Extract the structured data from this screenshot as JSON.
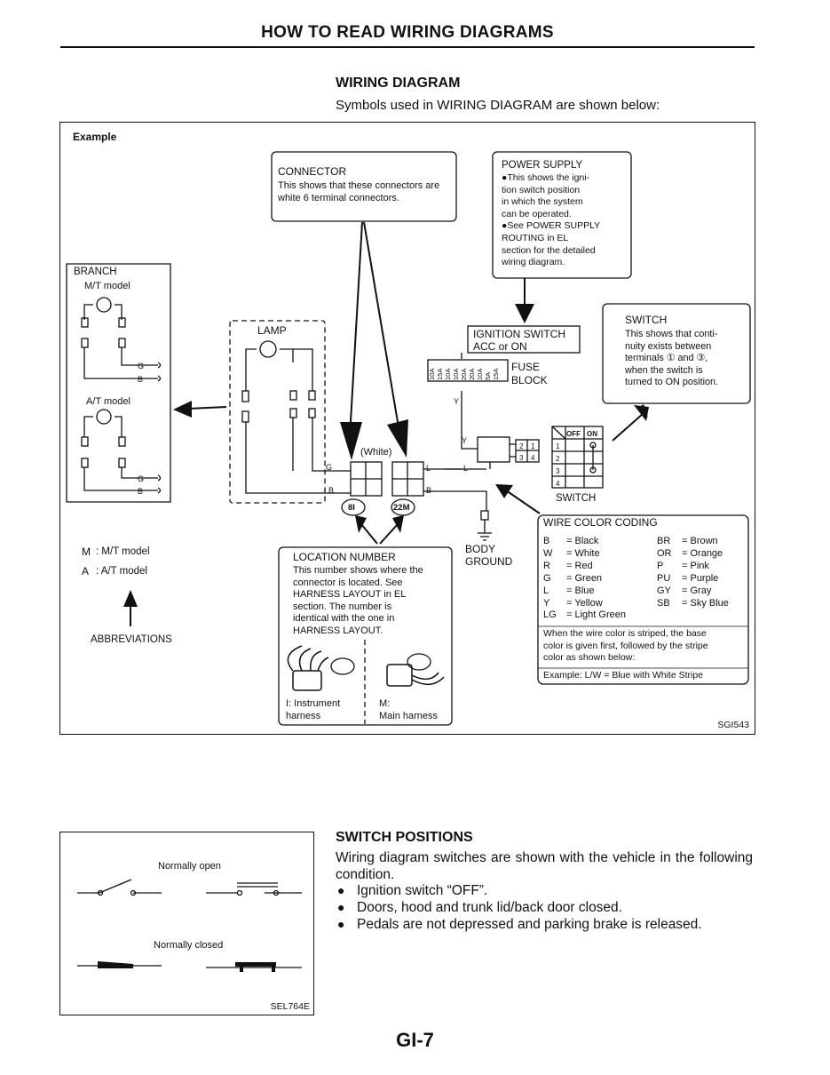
{
  "page": {
    "title": "HOW TO READ WIRING DIAGRAMS",
    "page_number": "GI-7"
  },
  "wiring": {
    "heading": "WIRING DIAGRAM",
    "intro": "Symbols used in WIRING DIAGRAM are shown below:",
    "example_label": "Example",
    "figure_code": "SGI543",
    "connector_box": {
      "title": "CONNECTOR",
      "text": "This shows that these connectors are\nwhite 6 terminal connectors."
    },
    "power_supply_box": {
      "title": "POWER SUPPLY",
      "text": "●This shows the igni-\n  tion switch position\n  in which the system\n  can be operated.\n●See POWER SUPPLY\n  ROUTING in EL\n  section for the detailed\n  wiring diagram."
    },
    "switch_box": {
      "title": "SWITCH",
      "text": "This shows that conti-\nnuity exists between\nterminals ① and ③,\nwhen the switch is\nturned to ON position."
    },
    "branch": {
      "title": "BRANCH",
      "mt_label": "M/T model",
      "at_label": "A/T model"
    },
    "lamp_label": "LAMP",
    "ignition_switch": "IGNITION SWITCH\nACC or ON",
    "fuse_block": "FUSE\nBLOCK",
    "fuse_ratings": [
      "10A",
      "15A",
      "10A",
      "10A",
      "20A",
      "20A",
      "10A",
      "5A",
      "15A"
    ],
    "white_label": "(White)",
    "switch_label": "SWITCH",
    "switch_positions": [
      "OFF",
      "ON"
    ],
    "switch_terminals": [
      "1",
      "2",
      "3",
      "4"
    ],
    "connector_terminals": [
      "2",
      "1",
      "3",
      "4"
    ],
    "connector_ids": [
      "8I",
      "22M"
    ],
    "body_ground": "BODY\nGROUND",
    "wire_letters": {
      "g": "G",
      "b": "B",
      "l": "L",
      "y": "Y",
      "m": "M",
      "a": "A"
    },
    "abbreviations": {
      "mt": ": M/T model",
      "at": ": A/T model",
      "label": "ABBREVIATIONS"
    },
    "location_number": {
      "title": "LOCATION NUMBER",
      "text": "This number shows where the\nconnector is located. See\nHARNESS LAYOUT in EL\nsection. The number is\nidentical with the one in\nHARNESS LAYOUT.",
      "instrument": "I:  Instrument\n     harness",
      "main": "M:\nMain harness"
    },
    "wire_color_coding": {
      "title": "WIRE COLOR CODING",
      "left": [
        [
          "B",
          "= Black"
        ],
        [
          "W",
          "= White"
        ],
        [
          "R",
          "= Red"
        ],
        [
          "G",
          "= Green"
        ],
        [
          "L",
          "= Blue"
        ],
        [
          "Y",
          "= Yellow"
        ],
        [
          "LG",
          "= Light Green"
        ]
      ],
      "right": [
        [
          "BR",
          "= Brown"
        ],
        [
          "OR",
          "= Orange"
        ],
        [
          "P",
          "= Pink"
        ],
        [
          "PU",
          "= Purple"
        ],
        [
          "GY",
          "= Gray"
        ],
        [
          "SB",
          "= Sky Blue"
        ]
      ],
      "note": "When the wire color is striped, the base\ncolor is given first, followed by the stripe\ncolor as shown below:",
      "example": "Example:  L/W = Blue with White Stripe"
    }
  },
  "switch_positions_section": {
    "heading": "SWITCH POSITIONS",
    "intro": "Wiring diagram switches are shown with the vehicle in the following condition.",
    "bullets": [
      "Ignition switch “OFF”.",
      "Doors, hood and trunk lid/back door closed.",
      "Pedals are not depressed and parking brake is released."
    ],
    "normally_open": "Normally open",
    "normally_closed": "Normally closed",
    "figure_code": "SEL764E"
  }
}
